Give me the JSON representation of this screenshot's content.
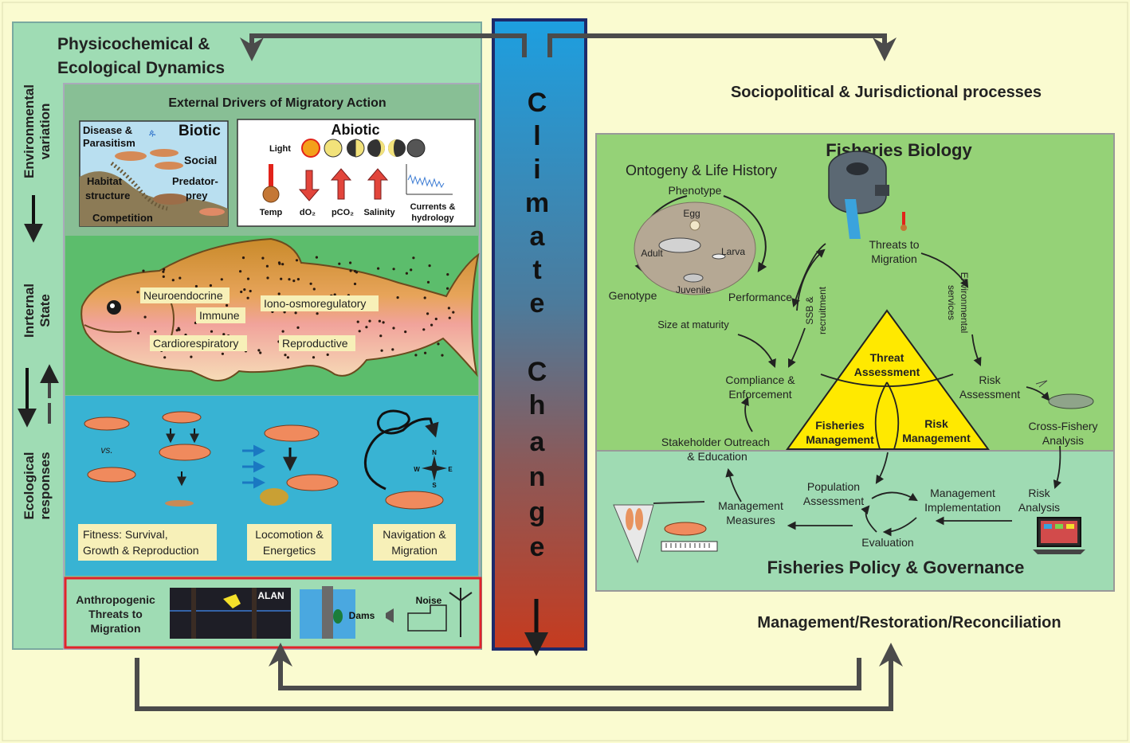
{
  "left": {
    "title_line1": "Physicochemical &",
    "title_line2": "Ecological Dynamics",
    "side_env_line1": "Environmental",
    "side_env_line2": "variation",
    "side_state_line1": "Inrternal",
    "side_state_line2": "State",
    "side_eco_line1": "Ecological",
    "side_eco_line2": "responses",
    "drivers_title": "External Drivers of Migratory Action",
    "biotic": {
      "title": "Biotic",
      "disease_line1": "Disease &",
      "disease_line2": "Parasitism",
      "social": "Social",
      "habitat_line1": "Habitat",
      "habitat_line2": "structure",
      "predator_line1": "Predator-",
      "predator_line2": "prey",
      "competition": "Competition"
    },
    "abiotic": {
      "title": "Abiotic",
      "light": "Light",
      "temp": "Temp",
      "do2": "dO₂",
      "pco2": "pCO₂",
      "salinity": "Salinity",
      "currents_line1": "Currents &",
      "currents_line2": "hydrology"
    },
    "fish_labels": {
      "neuroendocrine": "Neuroendocrine",
      "immune": "Immune",
      "iono": "Iono-osmoregulatory",
      "cardio": "Cardiorespiratory",
      "reproductive": "Reproductive"
    },
    "responses": {
      "vs": "vs.",
      "fitness_line1": "Fitness:  Survival,",
      "fitness_line2": "Growth & Reproduction",
      "locomotion_line1": "Locomotion &",
      "locomotion_line2": "Energetics",
      "navigation_line1": "Navigation &",
      "navigation_line2": "Migration",
      "compass_n": "N",
      "compass_s": "S",
      "compass_e": "E",
      "compass_w": "W"
    },
    "threats": {
      "title_line1": "Anthropogenic",
      "title_line2": "Threats to",
      "title_line3": "Migration",
      "alan": "ALAN",
      "dams": "Dams",
      "noise": "Noise"
    }
  },
  "climate": [
    "C",
    "l",
    "i",
    "m",
    "a",
    "t",
    "e",
    "C",
    "h",
    "a",
    "n",
    "g",
    "e"
  ],
  "right": {
    "sociopolitical": "Sociopolitical & Jurisdictional processes",
    "fisheries_biology": "Fisheries Biology",
    "ontogeny": "Ontogeny & Life History",
    "phenotype": "Phenotype",
    "egg": "Egg",
    "larva": "Larva",
    "adult": "Adult",
    "juvenile": "Juvenile",
    "genotype": "Genotype",
    "performance": "Performance",
    "size_maturity": "Size at maturity",
    "ssb_line1": "SSB &",
    "ssb_line2": "recruitment",
    "threats_line1": "Threats to",
    "threats_line2": "Migration",
    "env_services_line1": "Environmental",
    "env_services_line2": "services",
    "compliance_line1": "Compliance &",
    "compliance_line2": "Enforcement",
    "threat_assessment_line1": "Threat",
    "threat_assessment_line2": "Assessment",
    "fisheries_management_line1": "Fisheries",
    "fisheries_management_line2": "Management",
    "risk_management_line1": "Risk",
    "risk_management_line2": "Management",
    "risk_assessment_line1": "Risk",
    "risk_assessment_line2": "Assessment",
    "cross_fishery_line1": "Cross-Fishery",
    "cross_fishery_line2": "Analysis",
    "stakeholder_line1": "Stakeholder Outreach",
    "stakeholder_line2": "& Education",
    "population_line1": "Population",
    "population_line2": "Assessment",
    "mgmt_impl_line1": "Management",
    "mgmt_impl_line2": "Implementation",
    "risk_analysis_line1": "Risk",
    "risk_analysis_line2": "Analysis",
    "mgmt_measures_line1": "Management",
    "mgmt_measures_line2": "Measures",
    "evaluation": "Evaluation",
    "policy_title": "Fisheries Policy & Governance",
    "restoration": "Management/Restoration/Reconciliation"
  },
  "colors": {
    "background": "#fafbd0",
    "left_panel": "#9fdcb4",
    "drivers_bg": "#88bf95",
    "fish_bg": "#5cbd6c",
    "responses_bg": "#38b3d3",
    "threats_border": "#e2232a",
    "right_green": "#95d277",
    "right_teal": "#9fdbb3",
    "triangle": "#ffe900",
    "arrow_gray": "#4b4b4b",
    "climate_top": "#1fa3e0",
    "climate_bottom": "#c03a22"
  }
}
